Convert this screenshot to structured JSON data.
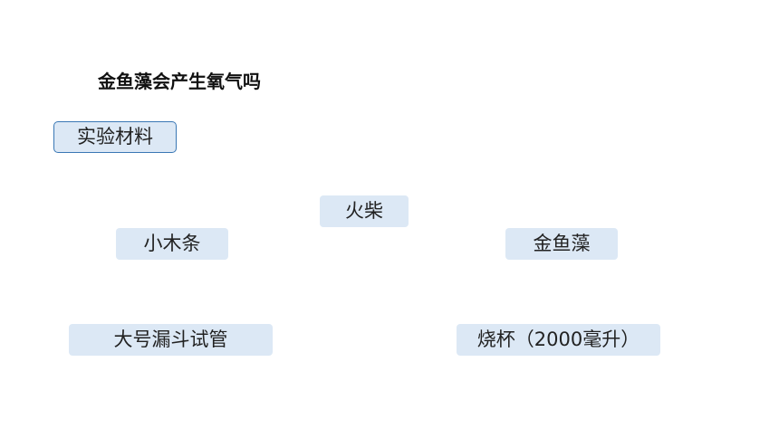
{
  "slide": {
    "title": "金鱼藻会产生氧气吗",
    "section_label": "实验材料",
    "materials": [
      {
        "label": "火柴"
      },
      {
        "label": "小木条"
      },
      {
        "label": "金鱼藻"
      },
      {
        "label": "大号漏斗试管"
      },
      {
        "label": "烧杯（2000毫升）"
      }
    ]
  },
  "colors": {
    "box_fill": "#dce8f5",
    "box_border": "#3a78b5",
    "text": "#222222"
  }
}
